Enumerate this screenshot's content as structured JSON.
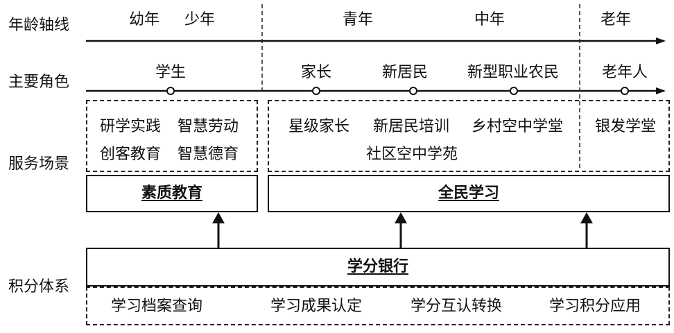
{
  "rows": {
    "age_axis": "年龄轴线",
    "main_roles": "主要角色",
    "service_scenes": "服务场景",
    "credit_system": "积分体系"
  },
  "age_stages": {
    "child": "幼年",
    "teen": "少年",
    "youth": "青年",
    "middle": "中年",
    "elderly": "老年"
  },
  "roles": {
    "student": "学生",
    "parent": "家长",
    "new_resident": "新居民",
    "new_farmer": "新型职业农民",
    "senior": "老年人"
  },
  "scenes": {
    "left": [
      "研学实践",
      "智慧劳动",
      "创客教育",
      "智慧德育"
    ],
    "middle": [
      "星级家长",
      "新居民培训",
      "乡村空中学堂",
      "社区空中学苑"
    ],
    "right": [
      "银发学堂"
    ]
  },
  "categories": {
    "quality_education": "素质教育",
    "lifelong_learning": "全民学习"
  },
  "credit_bank": {
    "title": "学分银行",
    "functions": [
      "学习档案查询",
      "学习成果认定",
      "学分互认转换",
      "学习积分应用"
    ]
  },
  "colors": {
    "line": "#111111",
    "background": "#ffffff"
  }
}
